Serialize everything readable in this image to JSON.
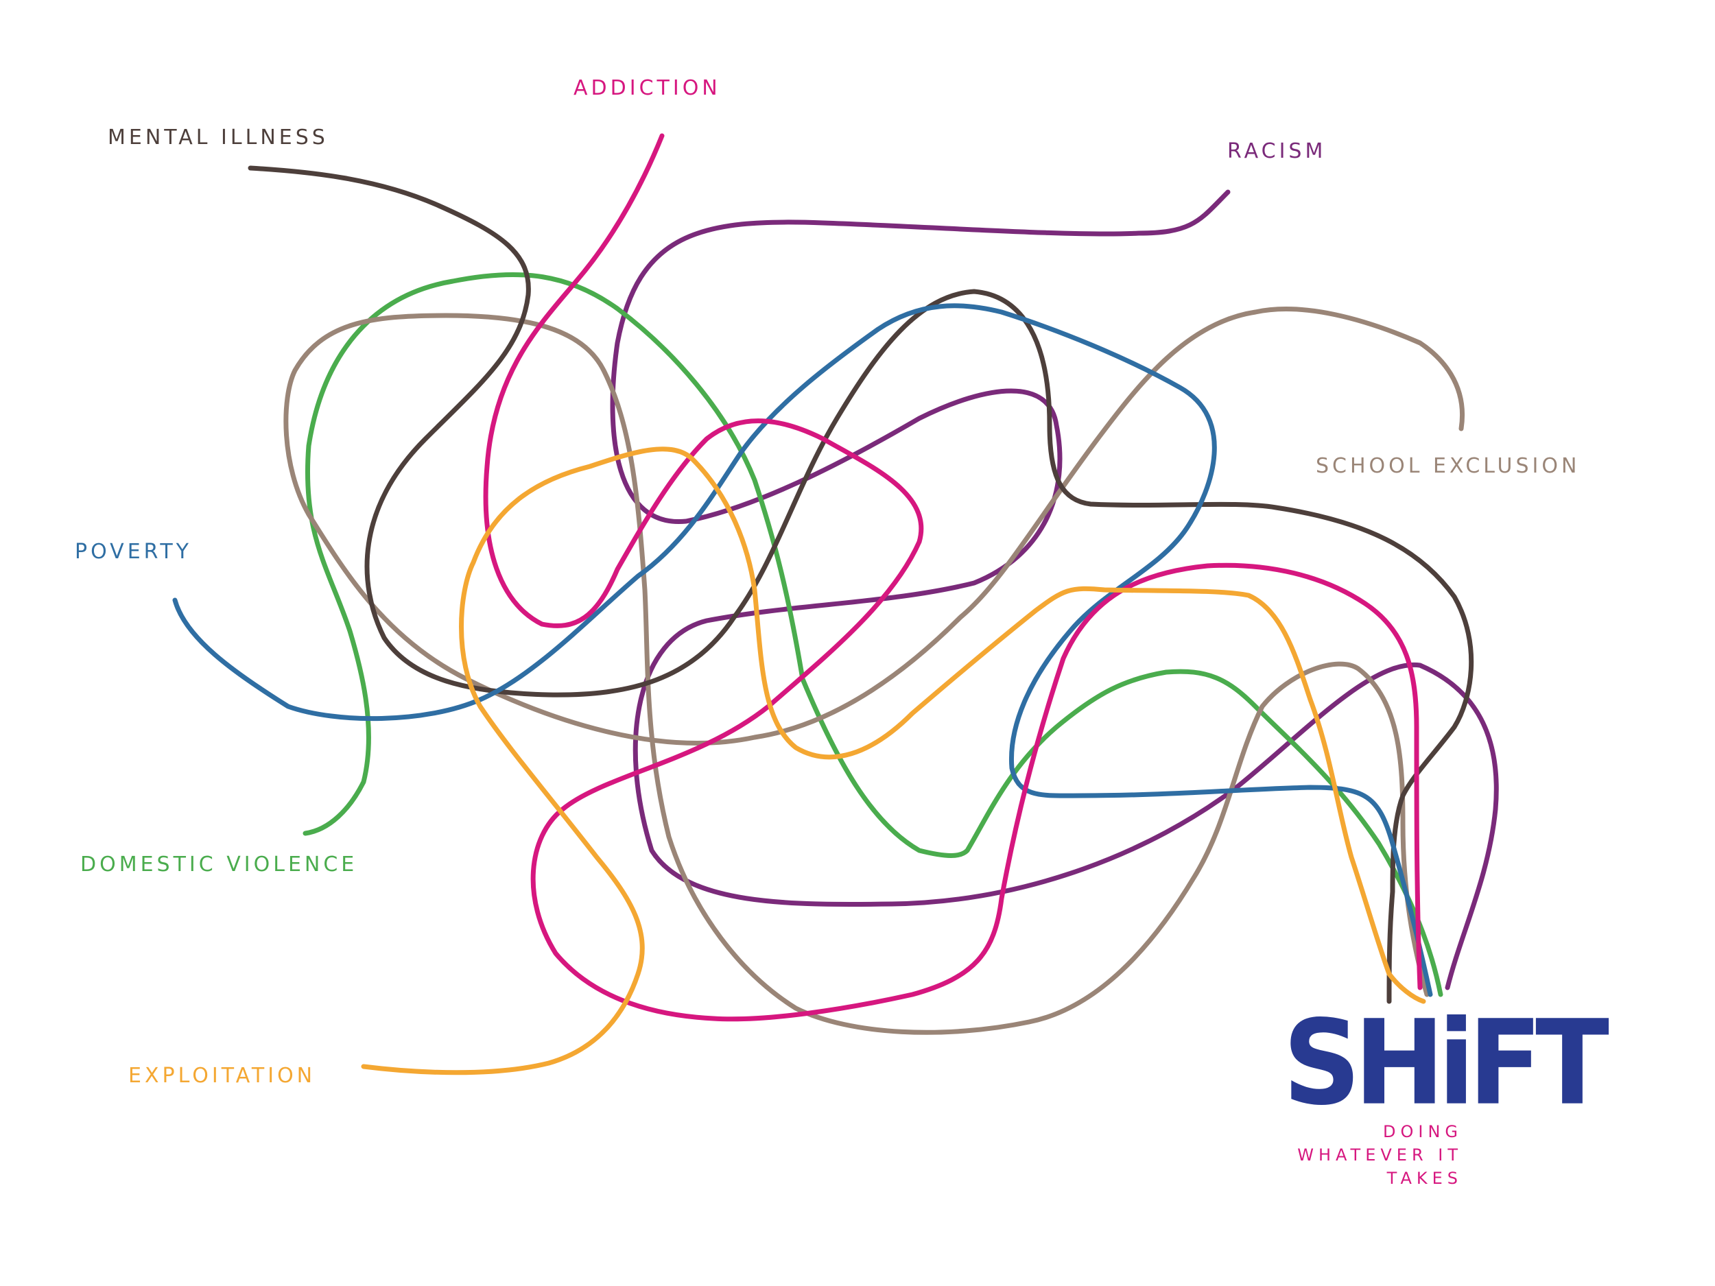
{
  "labels": [
    {
      "key": "mental_illness",
      "text": "MENTAL ILLNESS",
      "color": "#4d3f3b"
    },
    {
      "key": "addiction",
      "text": "ADDICTION",
      "color": "#d6177f"
    },
    {
      "key": "racism",
      "text": "RACISM",
      "color": "#7a2a7a"
    },
    {
      "key": "school_exclusion",
      "text": "SCHOOL EXCLUSION",
      "color": "#9a8577"
    },
    {
      "key": "poverty",
      "text": "POVERTY",
      "color": "#2f6ea3"
    },
    {
      "key": "domestic_violence",
      "text": "DOMESTIC VIOLENCE",
      "color": "#4aac4d"
    },
    {
      "key": "exploitation",
      "text": "EXPLOITATION",
      "color": "#f4a732"
    }
  ],
  "logo": {
    "word": "SHiFT",
    "color": "#283a91",
    "tagline_lines": [
      "DOING",
      "WHATEVER IT",
      "TAKES"
    ],
    "tagline_color": "#d6177f"
  }
}
